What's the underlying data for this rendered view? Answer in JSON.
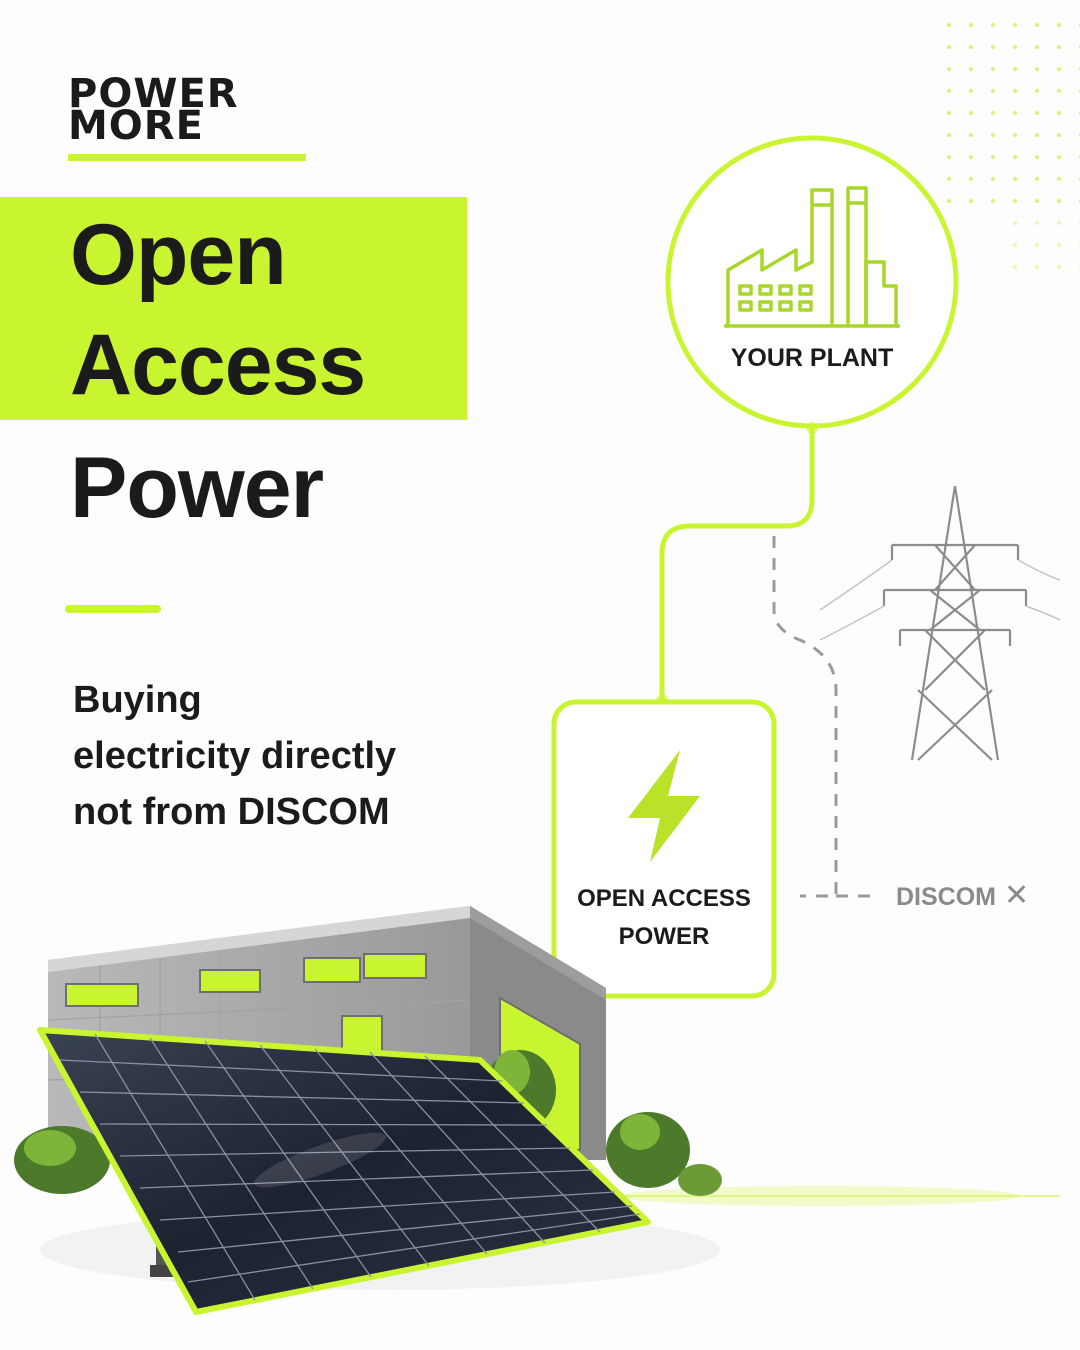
{
  "brand": {
    "logo_line1": "POWER",
    "logo_line2": "MORE"
  },
  "headline": {
    "line1": "Open",
    "line2": "Access",
    "line3": "Power"
  },
  "subtitle": {
    "line1": "Buying",
    "line2": "electricity directly",
    "line3": "not from DISCOM"
  },
  "diagram": {
    "plant_label": "YOUR PLANT",
    "open_access_line1": "OPEN ACCESS",
    "open_access_line2": "POWER",
    "discom_label": "DISCOM",
    "discom_mark": "✕"
  },
  "colors": {
    "accent": "#c9f530",
    "text": "#1b1b1b",
    "muted": "#8a8a8a"
  },
  "icons": [
    "factory-icon",
    "lightning-bolt-icon",
    "transmission-tower-icon",
    "solar-panel-illustration",
    "warehouse-illustration"
  ]
}
